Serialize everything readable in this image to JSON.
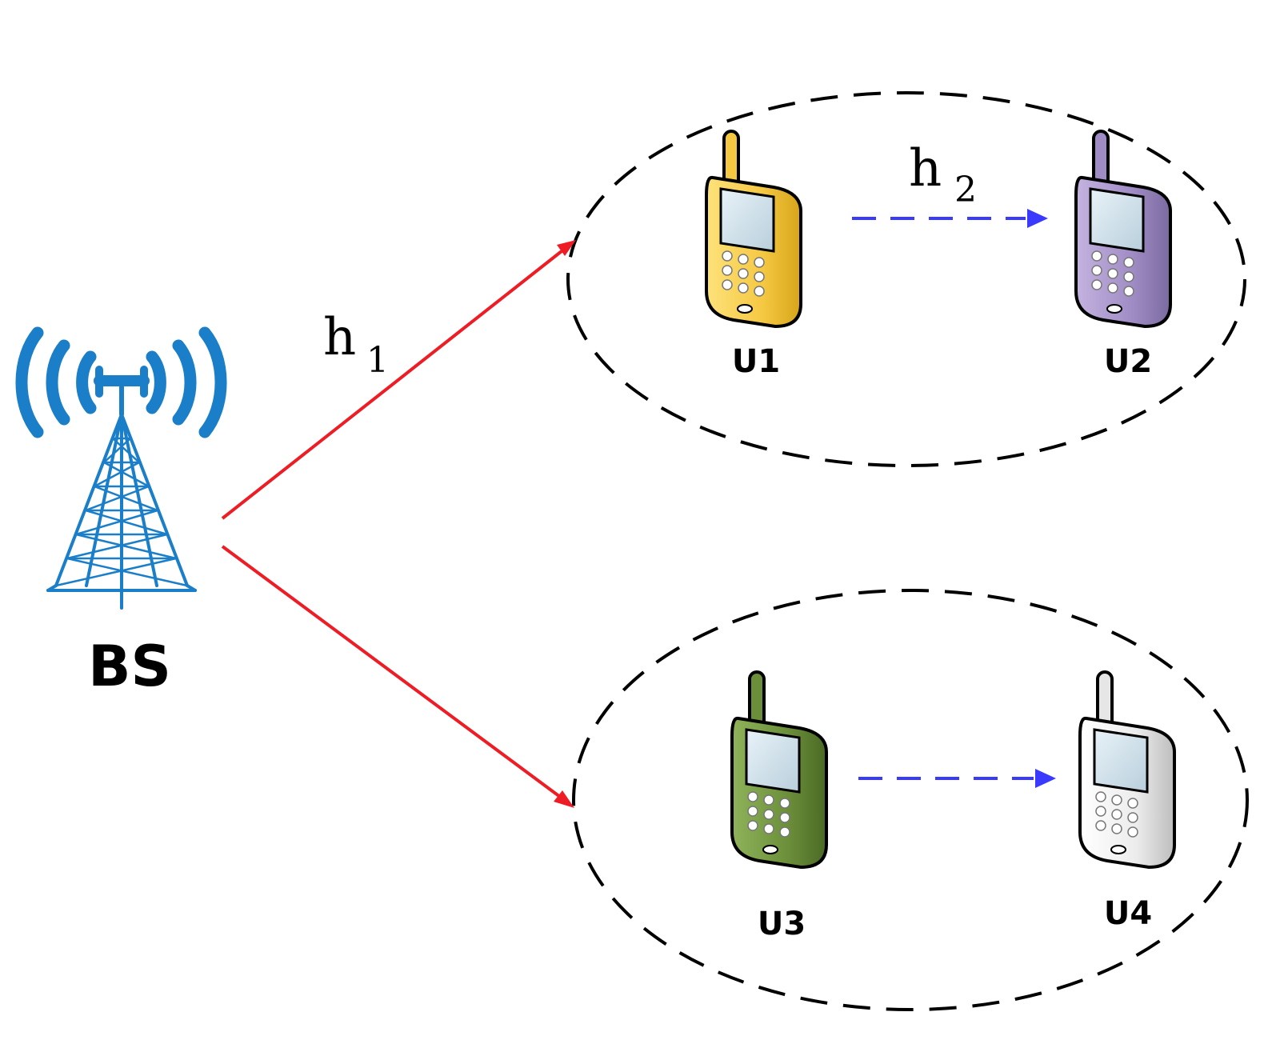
{
  "nodes": {
    "bs": {
      "label": "BS"
    },
    "u1": {
      "label": "U1"
    },
    "u2": {
      "label": "U2"
    },
    "u3": {
      "label": "U3"
    },
    "u4": {
      "label": "U4"
    }
  },
  "links": {
    "h1": {
      "base": "h",
      "sub": "1"
    },
    "h2": {
      "base": "h",
      "sub": "2"
    }
  },
  "colors": {
    "tower": "#1a7ec9",
    "bs_link": "#ee1c24",
    "d2d_link": "#3a3aff",
    "cluster_border": "#000000",
    "phone_u1": "#f5c842",
    "phone_u2": "#a08cc4",
    "phone_u3": "#6b8e3a",
    "phone_u4": "#e6e6e6"
  }
}
